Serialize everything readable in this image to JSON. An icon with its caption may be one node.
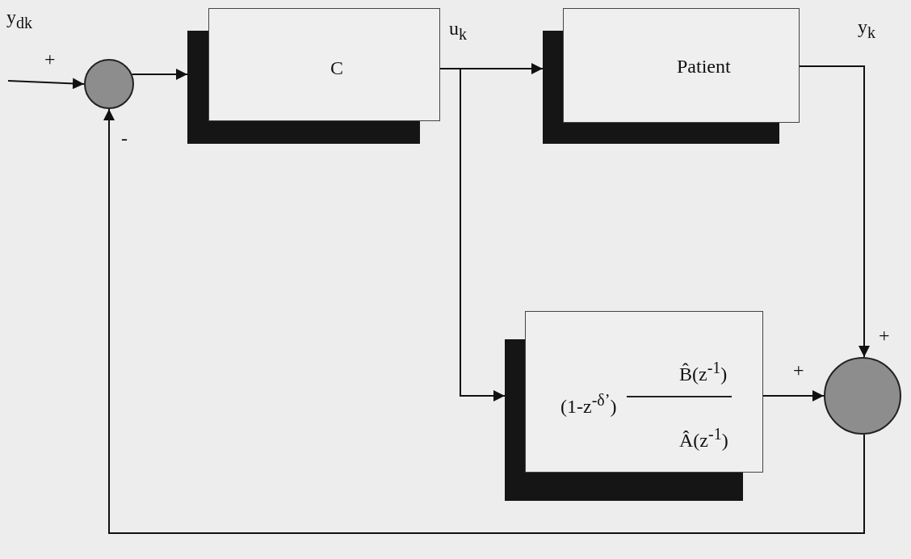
{
  "diagram": {
    "nodes": [
      {
        "text": [],
        "shape": "circle"
      },
      {
        "text": [
          "C"
        ]
      },
      {
        "text": [
          "Patient"
        ]
      },
      {
        "text": [
          "(1-z$^{-δ’}$)",
          "B̂(z$^{-1}$)",
          "Â(z$^{-1}$)"
        ]
      },
      {
        "text": [],
        "shape": "circle"
      }
    ],
    "edges": [
      {
        "from": null,
        "to": 0,
        "arrow": "to"
      },
      {
        "from": 0,
        "to": 1,
        "arrow": "to"
      },
      {
        "from": 1,
        "to": 2,
        "arrow": "to"
      },
      {
        "from": 1,
        "to": 3,
        "arrow": "to"
      },
      {
        "from": 2,
        "to": 4,
        "arrow": "to"
      },
      {
        "from": 3,
        "to": 4,
        "arrow": "to"
      },
      {
        "from": 4,
        "to": 0,
        "arrow": "to"
      }
    ],
    "labels": [
      "y$_{dk}$",
      "u$_{k}$",
      "y$_{k}$",
      "+",
      "-",
      "+",
      "+"
    ]
  }
}
